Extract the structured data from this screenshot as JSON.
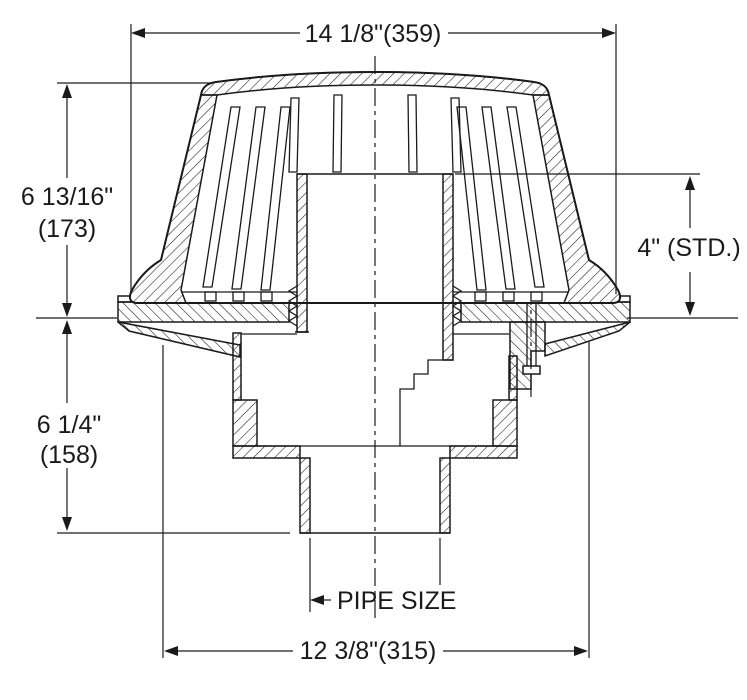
{
  "diagram": {
    "background_color": "#ffffff",
    "line_color": "#1a1a1a",
    "labels": {
      "overall_width": "14 1/8\"(359)",
      "upper_height_in": "6 13/16\"",
      "upper_height_mm": "(173)",
      "lower_height_in": "6 1/4\"",
      "lower_height_mm": "(158)",
      "outlet_standard": "4\" (STD.)",
      "pipe_size": "PIPE SIZE",
      "bolt_circle_width": "12 3/8\"(315)"
    }
  }
}
